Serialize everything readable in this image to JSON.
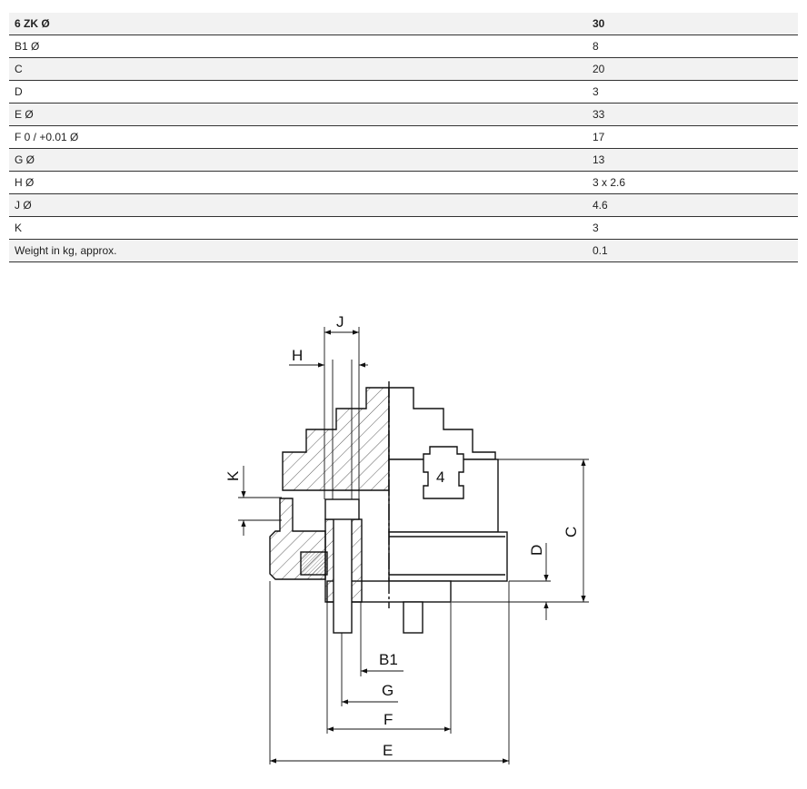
{
  "table": {
    "header": {
      "label": "6 ZK Ø",
      "value": "30"
    },
    "rows": [
      {
        "label": "B1 Ø",
        "value": "8"
      },
      {
        "label": "C",
        "value": "20"
      },
      {
        "label": "D",
        "value": "3"
      },
      {
        "label": "E Ø",
        "value": "33"
      },
      {
        "label": "F 0 / +0.01 Ø",
        "value": "17"
      },
      {
        "label": "G Ø",
        "value": "13"
      },
      {
        "label": "H Ø",
        "value": "3 x 2.6"
      },
      {
        "label": "J Ø",
        "value": "4.6"
      },
      {
        "label": "K",
        "value": "3"
      },
      {
        "label": "Weight in kg, approx.",
        "value": "0.1"
      }
    ]
  },
  "drawing": {
    "jaw_number": "4",
    "dimensions": {
      "J": "J",
      "H": "H",
      "K": "K",
      "C": "C",
      "D": "D",
      "B1": "B1",
      "G": "G",
      "F": "F",
      "E": "E"
    }
  }
}
